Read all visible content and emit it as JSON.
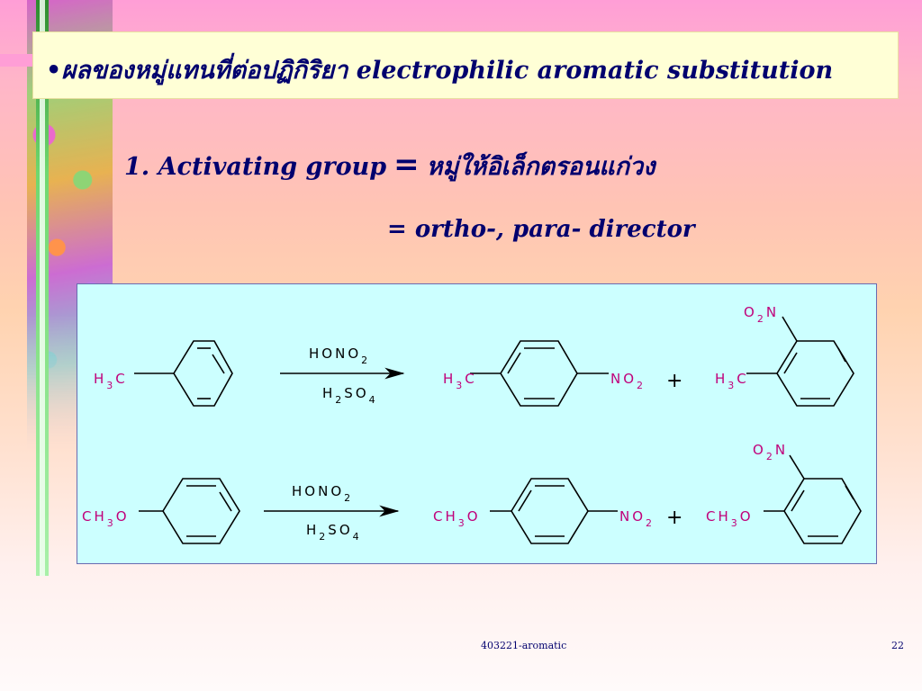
{
  "slide": {
    "title": "•ผลของหมู่แทนที่ต่อปฏิกิริยา electrophilic aromatic substitution",
    "heading_label": "1. Activating group",
    "heading_eq": "=",
    "heading_thai": "หมู่ให้อิเล็กตรอนแก่วง",
    "subheading": "= ortho-, para- director",
    "footer_course": "403221-aromatic",
    "page_number": "22"
  },
  "reaction1": {
    "reactant_sub": [
      "H",
      "3",
      "C"
    ],
    "reagent_top": [
      "H",
      "O",
      "N",
      "O",
      "2"
    ],
    "reagent_bottom": [
      "H",
      "2",
      "S",
      "O",
      "4"
    ],
    "para_left": [
      "H",
      "3",
      "C"
    ],
    "para_right": [
      "N",
      "O",
      "2"
    ],
    "plus": "+",
    "ortho_top": [
      "O",
      "2",
      "N"
    ],
    "ortho_left": [
      "H",
      "3",
      "C"
    ]
  },
  "reaction2": {
    "reactant_sub": [
      "C",
      "H",
      "3",
      "O"
    ],
    "reagent_top": [
      "H",
      "O",
      "N",
      "O",
      "2"
    ],
    "reagent_bottom": [
      "H",
      "2",
      "S",
      "O",
      "4"
    ],
    "para_left": [
      "C",
      "H",
      "3",
      "O"
    ],
    "para_right": [
      "N",
      "O",
      "2"
    ],
    "plus": "+",
    "ortho_top": [
      "O",
      "2",
      "N"
    ],
    "ortho_left": [
      "C",
      "H",
      "3",
      "O"
    ]
  },
  "colors": {
    "text_blue": "#00006e",
    "chem_magenta": "#c0007a",
    "scheme_bg": "#ccffff",
    "title_bg": "#ffffd6"
  }
}
